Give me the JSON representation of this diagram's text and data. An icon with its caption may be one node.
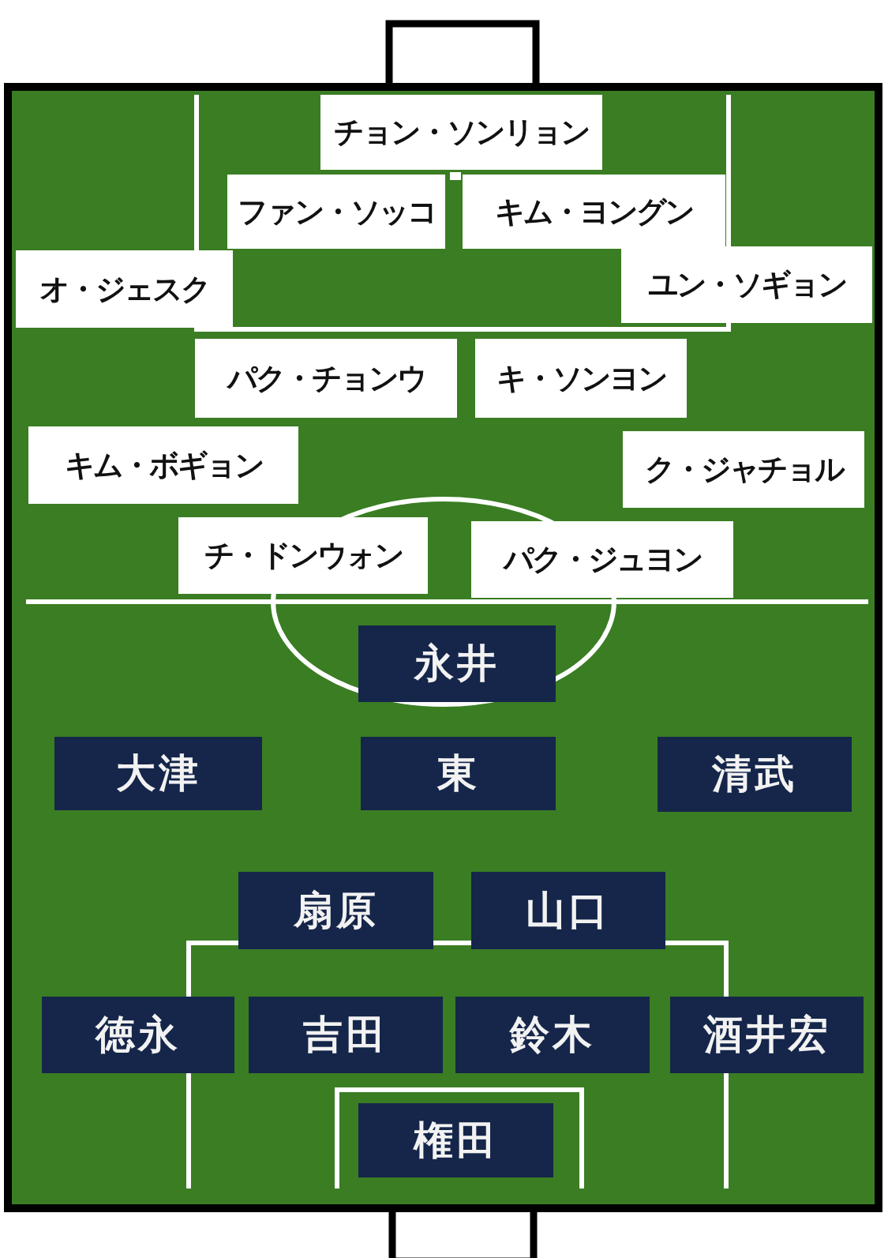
{
  "diagram": {
    "nodes": [
      {
        "text": [
          "チョン・ソンリョン"
        ]
      },
      {
        "text": [
          "ファン・ソッコ"
        ]
      },
      {
        "text": [
          "キム・ヨングン"
        ]
      },
      {
        "text": [
          "オ・ジェスク"
        ]
      },
      {
        "text": [
          "ユン・ソギョン"
        ]
      },
      {
        "text": [
          "パク・チョンウ"
        ]
      },
      {
        "text": [
          "キ・ソンヨン"
        ]
      },
      {
        "text": [
          "キム・ボギョン"
        ]
      },
      {
        "text": [
          "ク・ジャチョル"
        ]
      },
      {
        "text": [
          "チ・ドンウォン"
        ]
      },
      {
        "text": [
          "パク・ジュヨン"
        ]
      },
      {
        "text": [
          "永井"
        ]
      },
      {
        "text": [
          "大津"
        ]
      },
      {
        "text": [
          "東"
        ]
      },
      {
        "text": [
          "清武"
        ]
      },
      {
        "text": [
          "扇原"
        ]
      },
      {
        "text": [
          "山口"
        ]
      },
      {
        "text": [
          "徳永"
        ]
      },
      {
        "text": [
          "吉田"
        ]
      },
      {
        "text": [
          "鈴木"
        ]
      },
      {
        "text": [
          "酒井宏"
        ]
      },
      {
        "text": [
          "権田"
        ]
      }
    ]
  }
}
